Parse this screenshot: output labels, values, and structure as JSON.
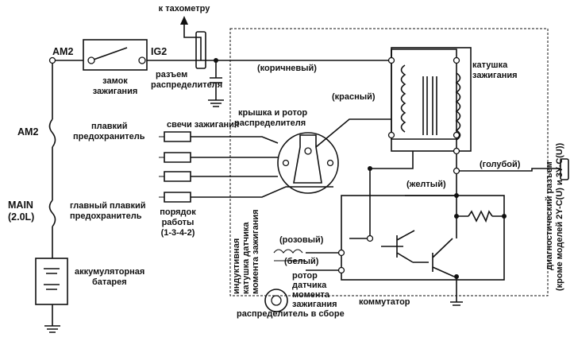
{
  "labels": {
    "tachometer": "к тахометру",
    "am2_top": "AM2",
    "ig2": "IG2",
    "ignition_switch": [
      "замок",
      "зажигания"
    ],
    "distributor_connector": [
      "разъем",
      "распределителя"
    ],
    "brown": "(коричневый)",
    "ignition_coil": [
      "катушка",
      "зажигания"
    ],
    "red": "(красный)",
    "cap_rotor": [
      "крышка и ротор",
      "распределителя"
    ],
    "spark_plugs": "свечи зажигания",
    "am2_fuse": "AM2",
    "fusible_link": [
      "плавкий",
      "предохранитель"
    ],
    "main": "MAIN",
    "main_sub": "(2.0L)",
    "main_fusible": [
      "главный плавкий",
      "предохранитель"
    ],
    "firing_order": [
      "порядок",
      "работы",
      "(1-3-4-2)"
    ],
    "blue": "(голубой)",
    "yellow": "(желтый)",
    "pickup_coil": [
      "индуктивная",
      "катушка датчика",
      "момента зажигания"
    ],
    "pink": "(розовый)",
    "white": "(белый)",
    "timing_rotor": [
      "ротор",
      "датчика",
      "момента",
      "зажигания"
    ],
    "battery": [
      "аккумуляторная",
      "батарея"
    ],
    "igniter": "коммутатор",
    "distributor_assembly": "распределитель в сборе",
    "diagnostic_connector": [
      "диагностический разъем",
      "(кроме моделей 2Y-C(U) и 3Y-C(U))"
    ]
  }
}
